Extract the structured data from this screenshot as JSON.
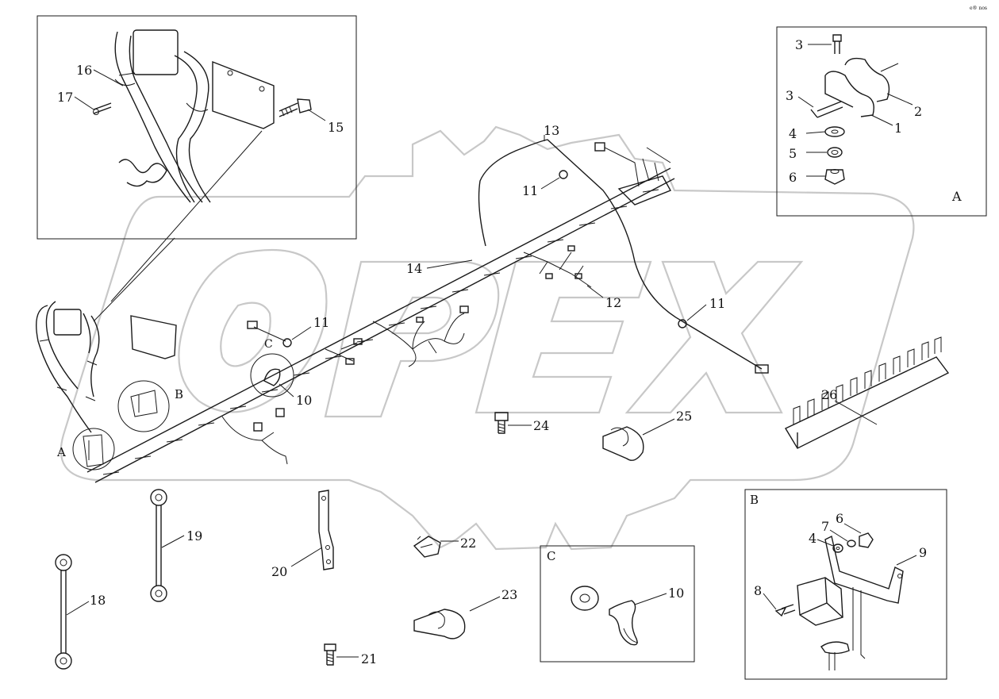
{
  "corner_mark": "e® nos",
  "watermark": {
    "text": "OPEX",
    "color": "#c8c8c8"
  },
  "callouts": [
    "1",
    "2",
    "3",
    "3",
    "4",
    "5",
    "6",
    "11",
    "13",
    "14",
    "11",
    "12",
    "11",
    "10",
    "16",
    "17",
    "15",
    "26",
    "24",
    "25",
    "19",
    "18",
    "20",
    "21",
    "22",
    "23",
    "10",
    "6",
    "7",
    "4",
    "9",
    "8"
  ],
  "detail_labels": {
    "A_box": "A",
    "A_main": "A",
    "B_box": "B",
    "B_main": "B",
    "C_box": "C",
    "C_main": "C"
  },
  "line_color": "#1a1a1a"
}
